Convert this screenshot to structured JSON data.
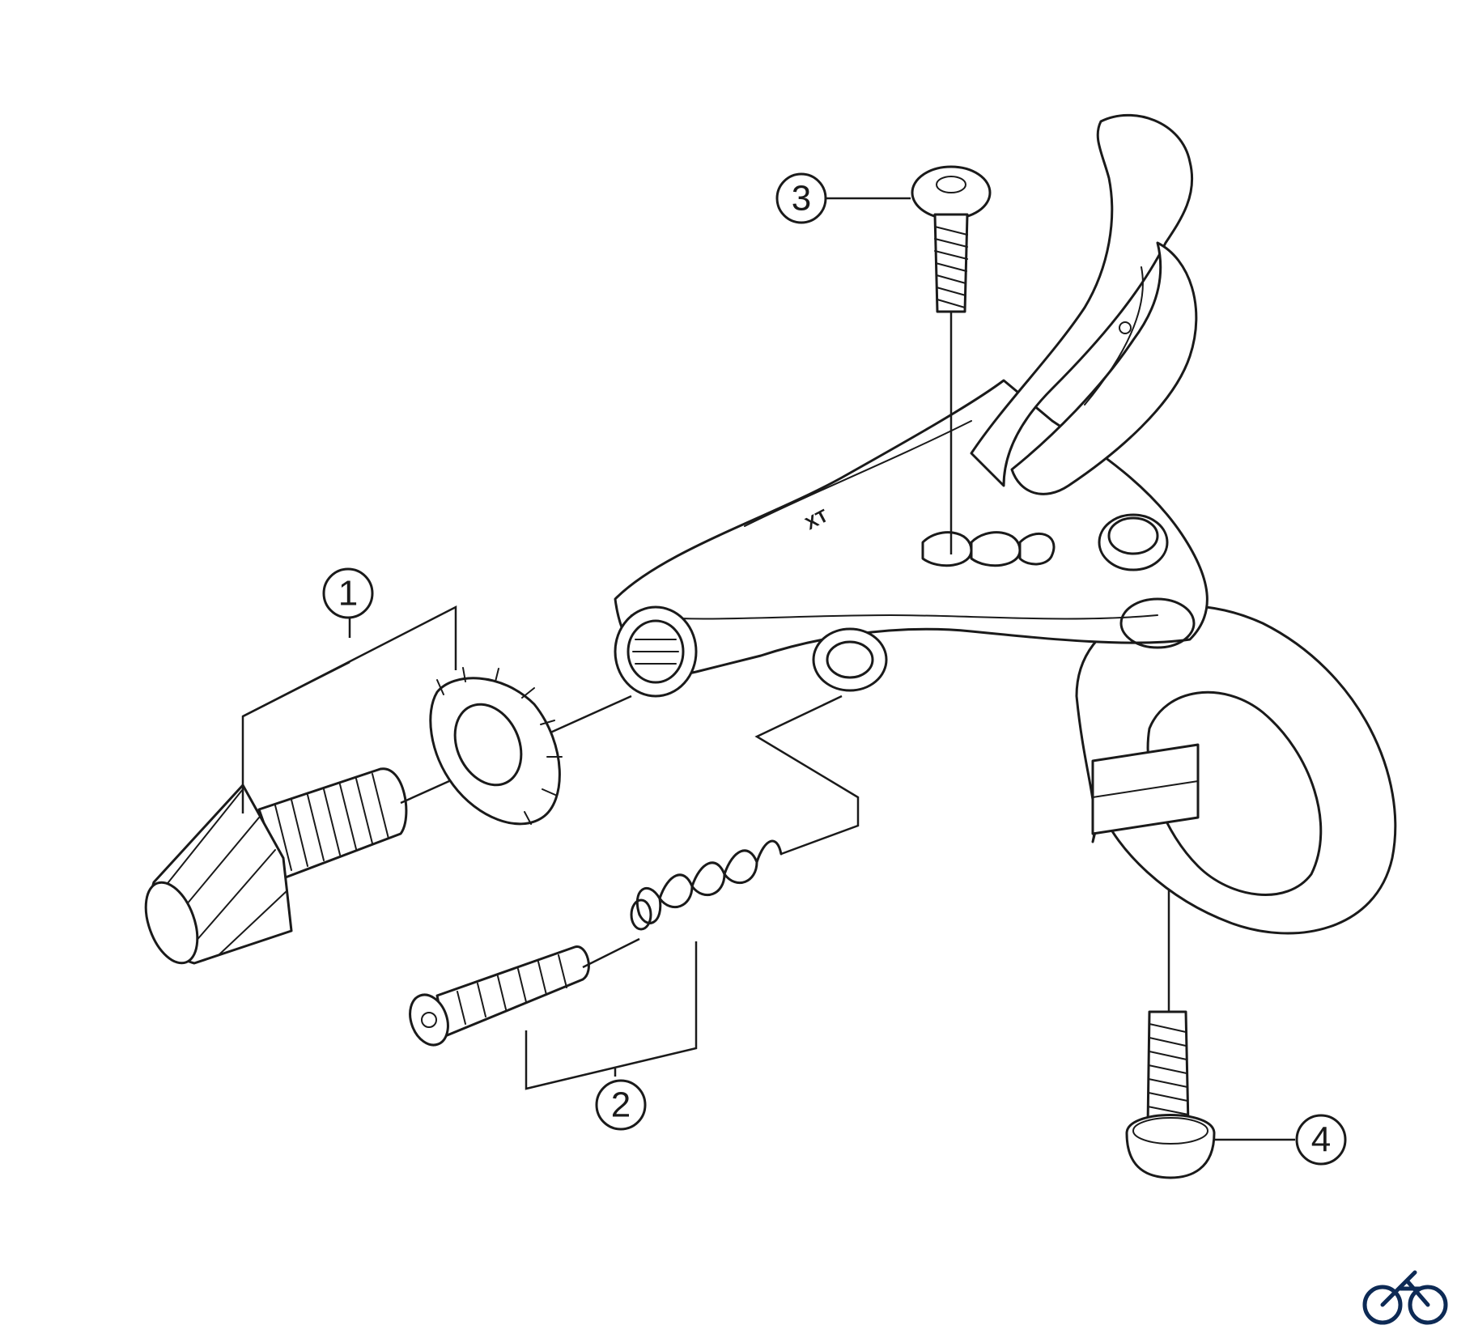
{
  "callouts": {
    "c1": "1",
    "c2": "2",
    "c3": "3",
    "c4": "4"
  },
  "lever_marking": "XT",
  "colors": {
    "ink": "#1a1a1a",
    "paper": "#ffffff",
    "logo": "#0d2a55"
  },
  "icons": {
    "corner_logo": "bicycle-icon"
  }
}
